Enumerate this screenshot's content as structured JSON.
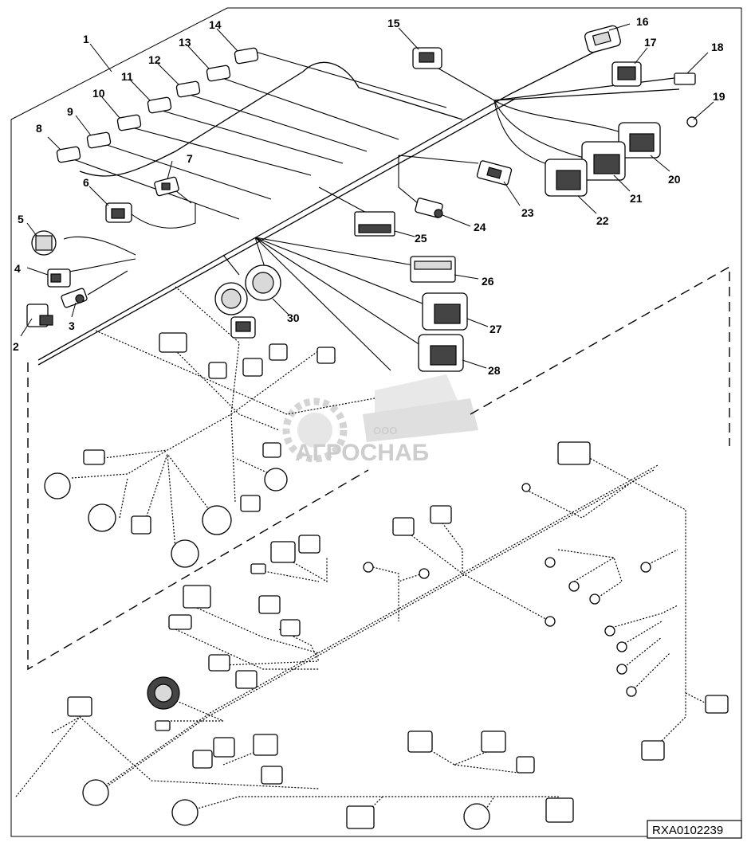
{
  "figure": {
    "reference_code": "RXA0102239",
    "watermark": {
      "brand": "АГРОСНАБ",
      "prefix": "ООО"
    }
  },
  "callouts": [
    {
      "id": "1",
      "label": "1"
    },
    {
      "id": "2",
      "label": "2"
    },
    {
      "id": "3",
      "label": "3"
    },
    {
      "id": "4",
      "label": "4"
    },
    {
      "id": "5",
      "label": "5"
    },
    {
      "id": "6",
      "label": "6"
    },
    {
      "id": "7",
      "label": "7"
    },
    {
      "id": "8",
      "label": "8"
    },
    {
      "id": "9",
      "label": "9"
    },
    {
      "id": "10",
      "label": "10"
    },
    {
      "id": "11",
      "label": "11"
    },
    {
      "id": "12",
      "label": "12"
    },
    {
      "id": "13",
      "label": "13"
    },
    {
      "id": "14",
      "label": "14"
    },
    {
      "id": "15",
      "label": "15"
    },
    {
      "id": "16",
      "label": "16"
    },
    {
      "id": "17",
      "label": "17"
    },
    {
      "id": "18",
      "label": "18"
    },
    {
      "id": "19",
      "label": "19"
    },
    {
      "id": "20",
      "label": "20"
    },
    {
      "id": "21",
      "label": "21"
    },
    {
      "id": "22",
      "label": "22"
    },
    {
      "id": "23",
      "label": "23"
    },
    {
      "id": "24",
      "label": "24"
    },
    {
      "id": "25",
      "label": "25"
    },
    {
      "id": "26",
      "label": "26"
    },
    {
      "id": "27",
      "label": "27"
    },
    {
      "id": "28",
      "label": "28"
    },
    {
      "id": "30",
      "label": "30"
    }
  ]
}
